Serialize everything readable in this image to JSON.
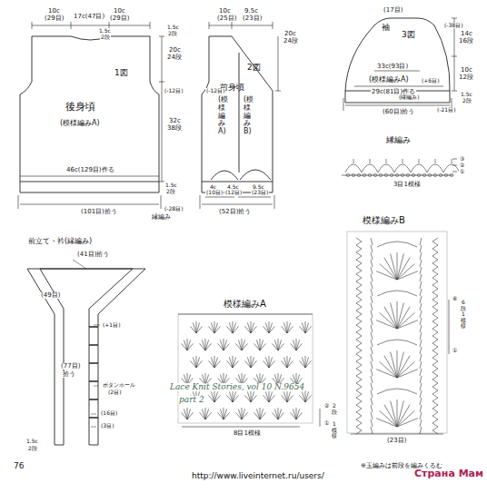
{
  "diagram": {
    "nodes": [
      {
        "text": [
          "1図",
          "後身頃",
          "(模様編みA)"
        ]
      },
      {
        "text": [
          "2図",
          "前身頃",
          "(模様編みA)",
          "(模様編みB)"
        ]
      },
      {
        "text": [
          "袖",
          "3図",
          "(模様編みA)"
        ]
      }
    ],
    "labels": [
      "10c",
      "(29目)",
      "17c(47目)",
      "10c",
      "(29目)",
      "1.5c",
      "2段",
      "1.5c",
      "2段",
      "20c",
      "24段",
      "(-12目)",
      "32c",
      "38段",
      "46c(129目)作る",
      "1.5c",
      "2段",
      "(-28目)",
      "(101目)拾う",
      "縁編み",
      "10c",
      "(25目)",
      "9.5c",
      "(23目)",
      "20c",
      "24段",
      "(-12目)",
      "4c",
      "(10目)",
      "4.5c",
      "(12目)",
      "9.5c",
      "(23目)",
      "(52目)拾う",
      "(17目)",
      "(-38目)",
      "14c",
      "16段",
      "33c(93目)",
      "10c",
      "12段",
      "(+6目)",
      "29c(81目)作る",
      "1.5c",
      "2段",
      "(-21目)",
      "(縁編み)",
      "(60目)拾う",
      "縁編み",
      "3目1模様",
      "③",
      "②",
      "①",
      "前立て・衿(縁編み)",
      "(41目)拾う",
      "(49目)",
      "(+1目)",
      "(77目)",
      "拾う",
      "ボタンホール",
      "(2目)",
      "(16目)",
      "(3目)",
      "1.5c",
      "2段",
      "模様編みA",
      "②",
      "2段",
      "①",
      "1模様",
      "8目1模様",
      "模様編みB",
      "⑥",
      "6段1模様",
      "①",
      "(23目)",
      "※玉編みは前段を編みくるむ",
      "76",
      "Lace Knit Stories, vol 10 N.9654",
      "part 2",
      "http://www.liveinternet.ru/users/",
      "Страна Мам"
    ]
  }
}
